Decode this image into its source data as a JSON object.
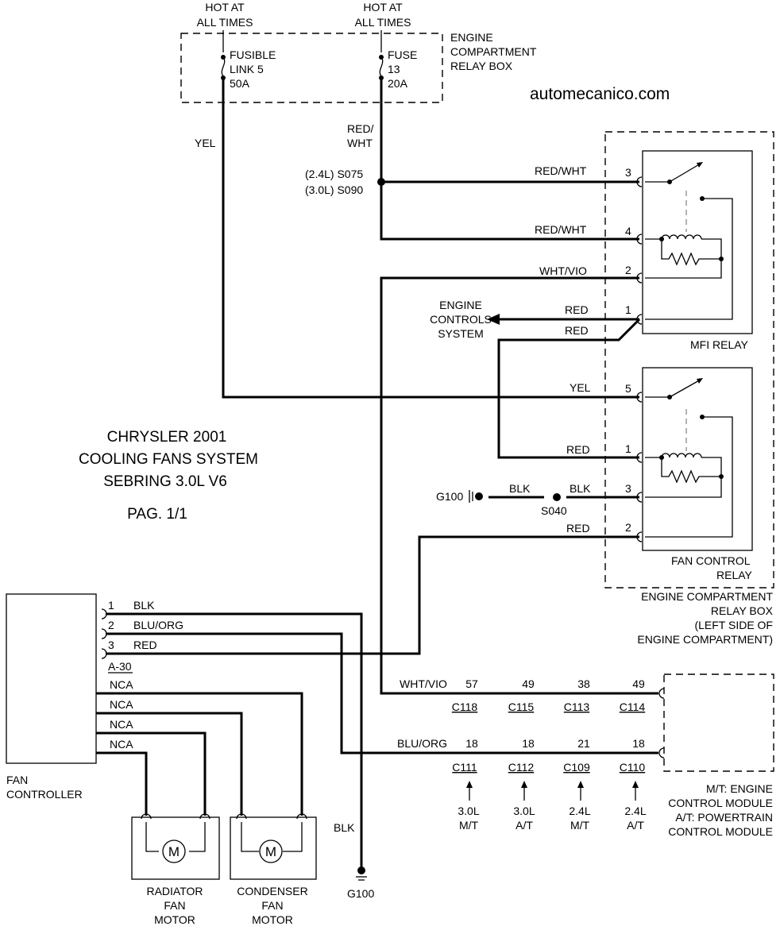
{
  "title": {
    "line1": "CHRYSLER 2001",
    "line2": "COOLING FANS SYSTEM",
    "line3": "SEBRING 3.0L V6",
    "page": "PAG. 1/1"
  },
  "watermark": "automecanico.com",
  "power": {
    "left_hot": [
      "HOT AT",
      "ALL TIMES"
    ],
    "right_hot": [
      "HOT AT",
      "ALL TIMES"
    ],
    "fusible_link": [
      "FUSIBLE",
      "LINK 5",
      "50A"
    ],
    "fuse": [
      "FUSE",
      "13",
      "20A"
    ],
    "relay_box_top": [
      "ENGINE",
      "COMPARTMENT",
      "RELAY BOX"
    ]
  },
  "wires": {
    "yel_main": "YEL",
    "red_wht_main": [
      "RED/",
      "WHT"
    ],
    "splice_24": "(2.4L) S075",
    "splice_30": "(3.0L) S090",
    "mfi_pin3": "RED/WHT",
    "mfi_pin4": "RED/WHT",
    "mfi_pin2": "WHT/VIO",
    "mfi_pin1_a": "RED",
    "mfi_pin1_b": "RED",
    "fan_pin5": "YEL",
    "fan_pin1": "RED",
    "fan_pin3": "BLK",
    "fan_pin2": "RED",
    "ground_blk": "BLK",
    "blk_drop": "BLK"
  },
  "engine_controls": [
    "ENGINE",
    "CONTROLS",
    "SYSTEM"
  ],
  "mfi_relay": {
    "label": "MFI RELAY",
    "pins": [
      "3",
      "4",
      "2",
      "1"
    ]
  },
  "fan_relay": {
    "label": [
      "FAN CONTROL",
      "RELAY"
    ],
    "pins": [
      "5",
      "1",
      "3",
      "2"
    ]
  },
  "relay_box_bottom": [
    "ENGINE COMPARTMENT",
    "RELAY BOX",
    "(LEFT SIDE OF",
    "ENGINE COMPARTMENT)"
  ],
  "grounds": {
    "g100_left": "G100",
    "splice_s040": "S040",
    "g100_bottom": "G100"
  },
  "fan_controller": {
    "label": [
      "FAN",
      "CONTROLLER"
    ],
    "connector": "A-30",
    "pins": [
      {
        "num": "1",
        "color": "BLK"
      },
      {
        "num": "2",
        "color": "BLU/ORG"
      },
      {
        "num": "3",
        "color": "RED"
      }
    ],
    "nca": [
      "NCA",
      "NCA",
      "NCA",
      "NCA"
    ]
  },
  "motors": {
    "symbol": "M",
    "radiator": [
      "RADIATOR",
      "FAN",
      "MOTOR"
    ],
    "condenser": [
      "CONDENSER",
      "FAN",
      "MOTOR"
    ]
  },
  "module_wires": {
    "top_color": "WHT/VIO",
    "top_pins": [
      "57",
      "49",
      "38",
      "49"
    ],
    "top_connectors": [
      "C118",
      "C115",
      "C113",
      "C114"
    ],
    "bottom_color": "BLU/ORG",
    "bottom_pins": [
      "18",
      "18",
      "21",
      "18"
    ],
    "bottom_connectors": [
      "C111",
      "C112",
      "C109",
      "C110"
    ],
    "variants": [
      [
        "3.0L",
        "M/T"
      ],
      [
        "3.0L",
        "A/T"
      ],
      [
        "2.4L",
        "M/T"
      ],
      [
        "2.4L",
        "A/T"
      ]
    ]
  },
  "module_label": [
    "M/T: ENGINE",
    "CONTROL MODULE",
    "A/T: POWERTRAIN",
    "CONTROL MODULE"
  ]
}
